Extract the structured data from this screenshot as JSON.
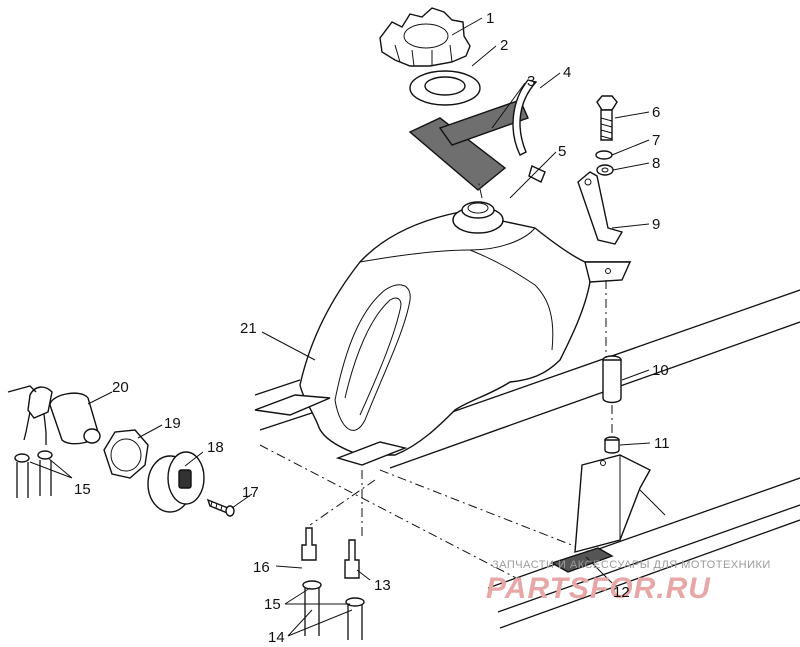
{
  "callouts": [
    {
      "id": "1",
      "text": "1"
    },
    {
      "id": "2",
      "text": "2"
    },
    {
      "id": "3",
      "text": "3"
    },
    {
      "id": "4",
      "text": "4"
    },
    {
      "id": "5",
      "text": "5"
    },
    {
      "id": "6",
      "text": "6"
    },
    {
      "id": "7",
      "text": "7"
    },
    {
      "id": "8",
      "text": "8"
    },
    {
      "id": "9",
      "text": "9"
    },
    {
      "id": "10",
      "text": "10"
    },
    {
      "id": "11",
      "text": "11"
    },
    {
      "id": "12",
      "text": "12"
    },
    {
      "id": "13",
      "text": "13"
    },
    {
      "id": "14",
      "text": "14"
    },
    {
      "id": "15a",
      "text": "15"
    },
    {
      "id": "15b",
      "text": "15"
    },
    {
      "id": "16",
      "text": "16"
    },
    {
      "id": "17",
      "text": "17"
    },
    {
      "id": "18",
      "text": "18"
    },
    {
      "id": "19",
      "text": "19"
    },
    {
      "id": "20",
      "text": "20"
    },
    {
      "id": "21",
      "text": "21"
    }
  ],
  "watermark": {
    "tagline": "ЗАПЧАСТИ И АКСЕССУАРЫ ДЛЯ МОТОТЕХНИКИ",
    "brand": "PARTSFOR.RU"
  }
}
